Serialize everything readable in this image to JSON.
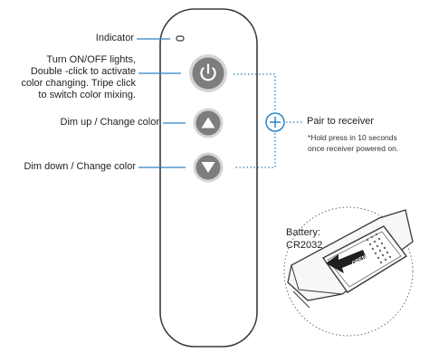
{
  "labels": {
    "indicator": "Indicator",
    "power_line1": "Turn ON/OFF lights,",
    "power_line2": "Double -click to activate",
    "power_line3": "color changing. Tripe click",
    "power_line4": "to switch color mixing.",
    "dim_up": "Dim up / Change color",
    "dim_down": "Dim down / Change color",
    "pair": "Pair to receiver",
    "pair_note_line1": "*Hold press in 10 seconds",
    "pair_note_line2": "once receiver powered on.",
    "battery_line1": "Battery:",
    "battery_line2": "CR2032",
    "open_text": "OPEN"
  },
  "icons": {
    "power": "power-icon",
    "up": "triangle-up-icon",
    "down": "triangle-down-icon",
    "pair": "plus-circle-icon",
    "arrow": "arrow-left-icon"
  },
  "colors": {
    "accent_blue": "#2a84c6",
    "button_gray": "#7d7d7d",
    "outline": "#3a3a3a"
  }
}
